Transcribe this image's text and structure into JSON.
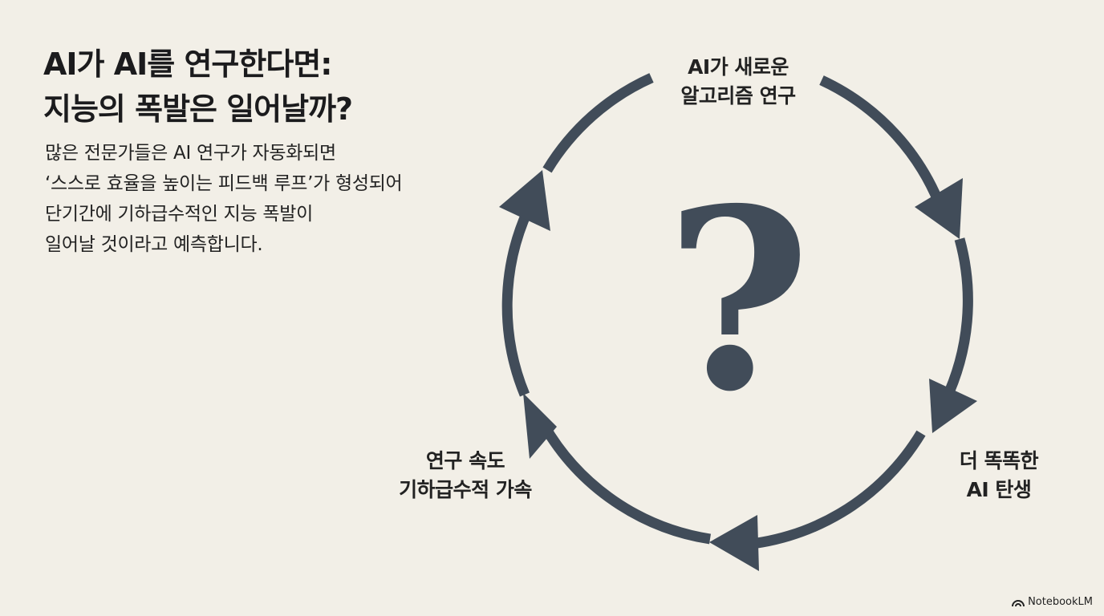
{
  "title": {
    "lines": [
      "AI가 AI를 연구한다면:",
      "지능의 폭발은 일어날까?"
    ]
  },
  "body": {
    "lines": [
      "많은 전문가들은 AI 연구가 자동화되면",
      "‘스스로 효율을 높이는 피드백 루프’가 형성되어",
      "단기간에 기하급수적인 지능 폭발이",
      "일어날 것이라고 예측합니다."
    ]
  },
  "cycle": {
    "center_symbol": "?",
    "arrow_color": "#414c59",
    "steps": [
      {
        "label_lines": [
          "AI가 새로운",
          "알고리즘 연구"
        ]
      },
      {
        "label_lines": [
          "더 똑똑한",
          "AI 탄생"
        ]
      },
      {
        "label_lines": [
          "연구 속도",
          "기하급수적 가속"
        ]
      }
    ]
  },
  "footer": {
    "brand": "NotebookLM",
    "icon": "notebooklm-logo-icon"
  }
}
